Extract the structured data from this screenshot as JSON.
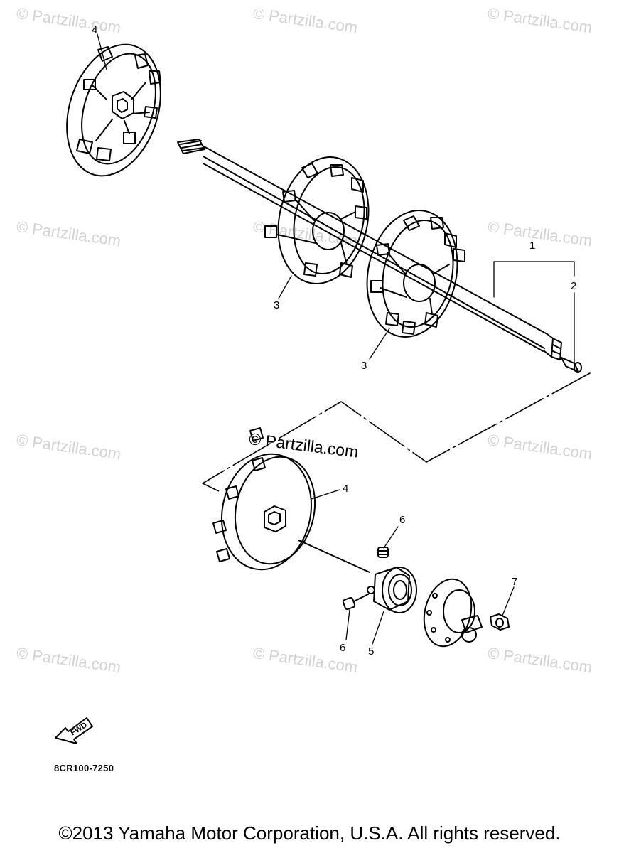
{
  "watermark": "© Partzilla.com",
  "center_watermark": "© Partzilla.com",
  "callouts": {
    "c1": "1",
    "c2": "2",
    "c3a": "3",
    "c3b": "3",
    "c4a": "4",
    "c4b": "4",
    "c5": "5",
    "c6a": "6",
    "c6b": "6",
    "c7": "7"
  },
  "fwd_label": "FWD",
  "diagram_code": "8CR100-7250",
  "copyright": "©2013 Yamaha Motor Corporation, U.S.A. All rights reserved."
}
